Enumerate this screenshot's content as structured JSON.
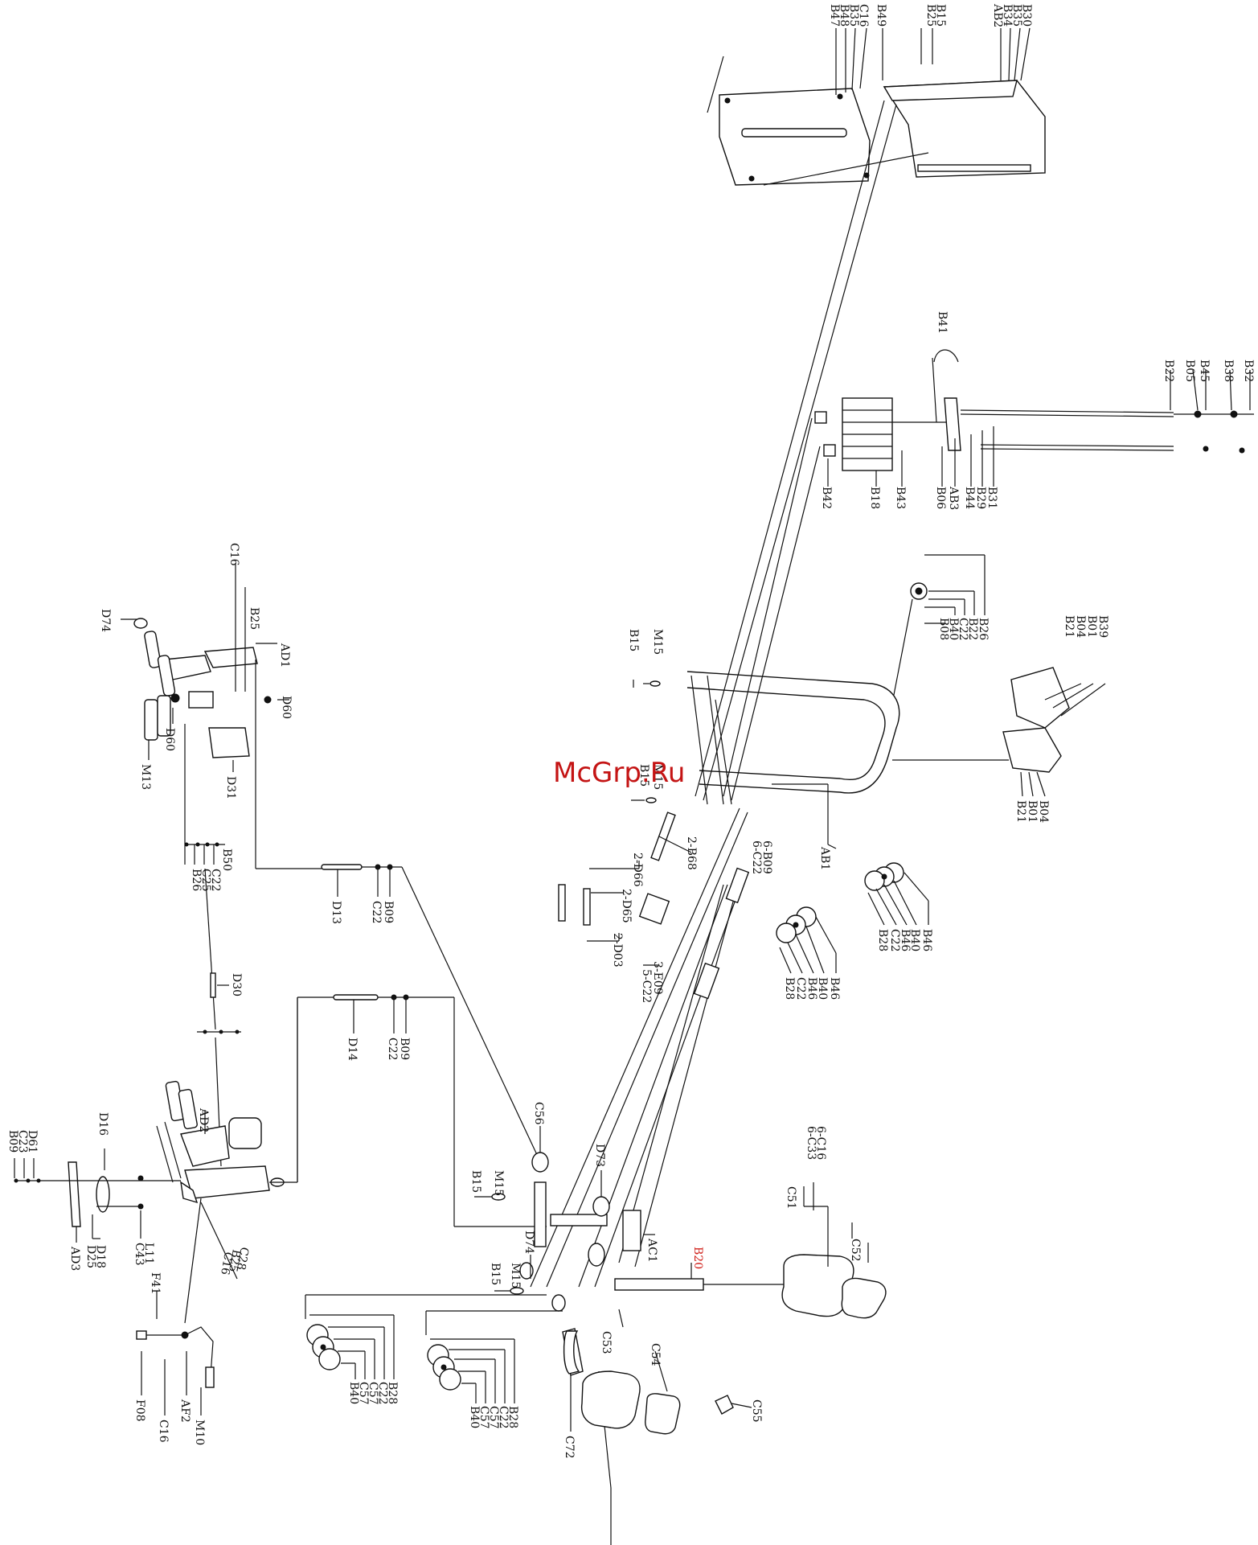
{
  "watermark": "McGrp.Ru",
  "labels": {
    "top_cover": [
      "B47",
      "B48",
      "B35",
      "C16",
      "B49",
      "B25",
      "B15",
      "AB2",
      "B34",
      "B35",
      "B30"
    ],
    "weight_stack": [
      "B42",
      "B18",
      "B43",
      "B06",
      "AB3",
      "B44",
      "B29",
      "B31"
    ],
    "guide_rods": [
      "B22",
      "B05",
      "B45",
      "B38",
      "B32"
    ],
    "cable_handle": [
      "B41"
    ],
    "pulley_top_right": [
      "B26",
      "B22",
      "C22",
      "B40",
      "B08"
    ],
    "pulley_bracket": [
      "B39",
      "B01",
      "B04",
      "B21",
      "B04",
      "B01",
      "B21"
    ],
    "frame": [
      "AB1",
      "6-B09",
      "6-C22"
    ],
    "pulley_set_a": [
      "B46",
      "B40",
      "B46",
      "C22",
      "B28"
    ],
    "pulley_set_b": [
      "B46",
      "B40",
      "B46",
      "C22",
      "B28"
    ],
    "arm_ad1": [
      "C16",
      "B25",
      "D74",
      "AD1",
      "D60",
      "D60",
      "M13",
      "D31"
    ],
    "cable_d13": [
      "B50",
      "C22",
      "C25",
      "B26",
      "D13",
      "C22",
      "B09"
    ],
    "cable_d30": [
      "D30"
    ],
    "cable_d14": [
      "D14",
      "C22",
      "B09"
    ],
    "center_parts": [
      "M15",
      "B15",
      "M15",
      "B15",
      "2-D66",
      "2-D65",
      "2-B68",
      "2-D03",
      "3-E09",
      "5-C22"
    ],
    "ad2_assembly": [
      "D16",
      "AD2",
      "D61",
      "C23",
      "B09",
      "AD3",
      "D18",
      "D25",
      "L11",
      "C43",
      "C28",
      "B25",
      "C16"
    ],
    "foot_lever": [
      "F41",
      "F08",
      "AF2",
      "C16",
      "M10"
    ],
    "lower_center": [
      "C56",
      "M15",
      "B15",
      "D73",
      "D74",
      "M15",
      "B15",
      "AC1",
      "B20"
    ],
    "pads": [
      "C51",
      "6-C16",
      "6-C33",
      "C52",
      "C53",
      "C54",
      "C55",
      "C72"
    ],
    "lower_pulleys_a": [
      "B28",
      "C22",
      "C57",
      "C57",
      "B40"
    ],
    "lower_pulleys_b": [
      "B28",
      "C22",
      "C57",
      "C57",
      "B40"
    ]
  }
}
